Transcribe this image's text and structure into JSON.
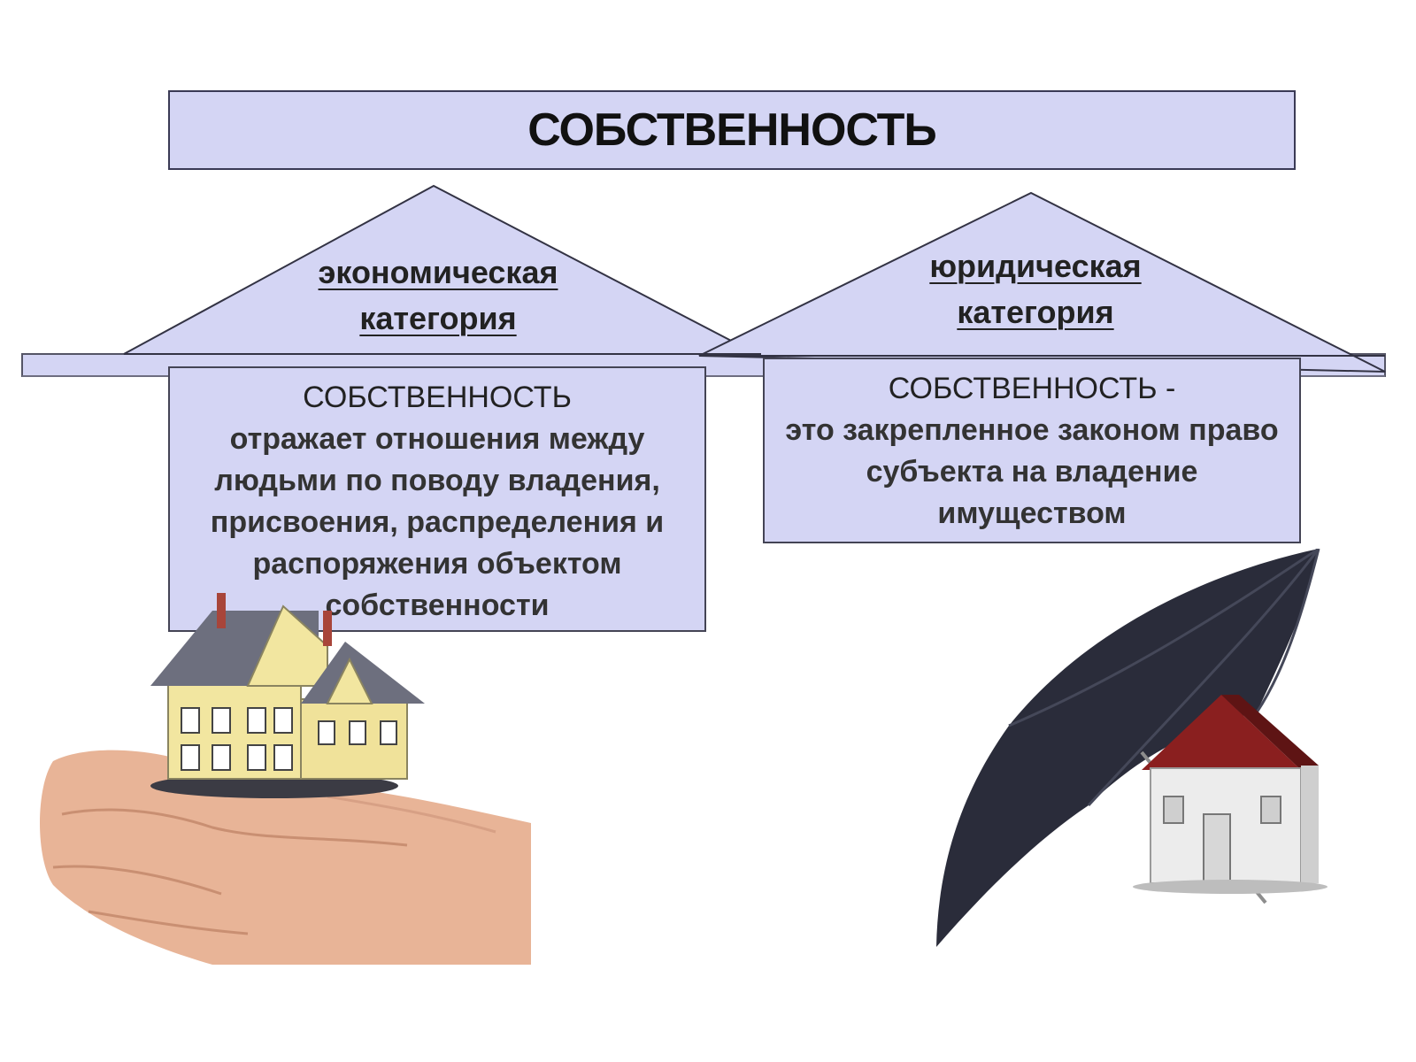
{
  "title": "СОБСТВЕННОСТЬ",
  "categories": [
    {
      "label_line1": "экономическая",
      "label_line2": "категория",
      "definition_lead": "СОБСТВЕННОСТЬ",
      "definition_body": "отражает отношения между людьми по поводу владения, присвоения, распределения и распоряжения объектом собственности"
    },
    {
      "label_line1": "юридическая",
      "label_line2": "категория",
      "definition_lead": "СОБСТВЕННОСТЬ -",
      "definition_body": "это закрепленное законом право субъекта на владение имуществом"
    }
  ],
  "colors": {
    "box_fill": "#d4d5f4",
    "border": "#3a3a55",
    "umbrella": "#2a2c3a",
    "house_wall": "#f2e6a0",
    "house_roof": "#6d6f7e",
    "roof_red": "#8a1f1f",
    "skin": "#e8b497"
  },
  "illustrations": [
    "hands-holding-house",
    "umbrella-over-house"
  ]
}
